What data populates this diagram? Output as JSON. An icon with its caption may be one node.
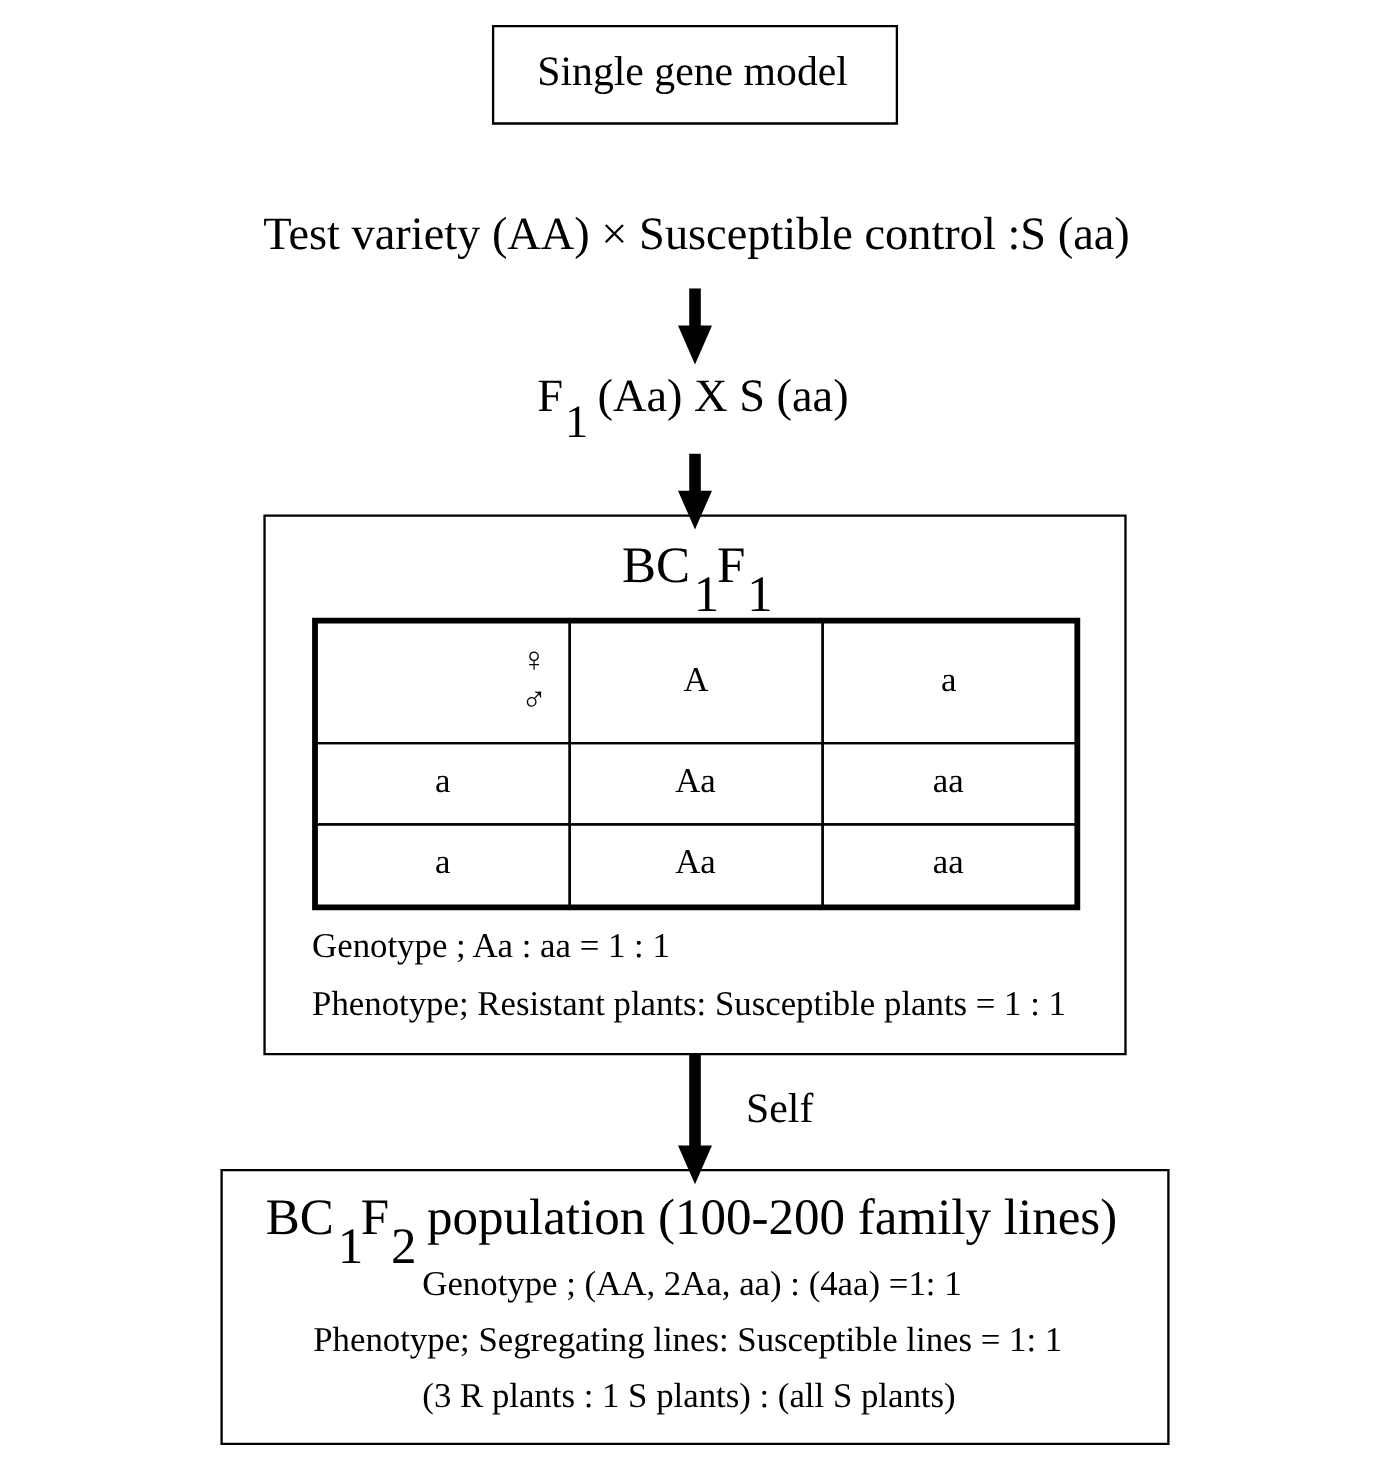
{
  "diagram": {
    "nodes": [
      {
        "text": [
          "Single gene model"
        ]
      },
      {
        "text": [
          "Test variety (AA) × Susceptible control :S (aa)"
        ]
      },
      {
        "text": [
          "F$_{1}$ (Aa) X S (aa)"
        ]
      },
      {
        "text": [
          "BC$_{1}$F$_{1}$",
          "♀",
          "♂",
          "A",
          "a",
          "a",
          "Aa",
          "aa",
          "a",
          "Aa",
          "aa",
          "Genotype ; Aa : aa = 1 : 1",
          "Phenotype; Resistant plants: Susceptible plants = 1 : 1"
        ]
      },
      {
        "text": [
          "BC$_{1}$F$_{2}$ population (100-200 family lines)",
          "Genotype ; (AA, 2Aa, aa) : (4aa) =1: 1",
          "Phenotype; Segregating lines: Susceptible lines = 1: 1",
          "(3 R plants : 1 S plants) : (all S plants)"
        ]
      }
    ],
    "edges": [
      {
        "from": 1,
        "to": 2,
        "arrow": "to"
      },
      {
        "from": 2,
        "to": 3,
        "arrow": "to"
      },
      {
        "from": 3,
        "to": 4,
        "label": "Self",
        "arrow": "to"
      }
    ]
  }
}
